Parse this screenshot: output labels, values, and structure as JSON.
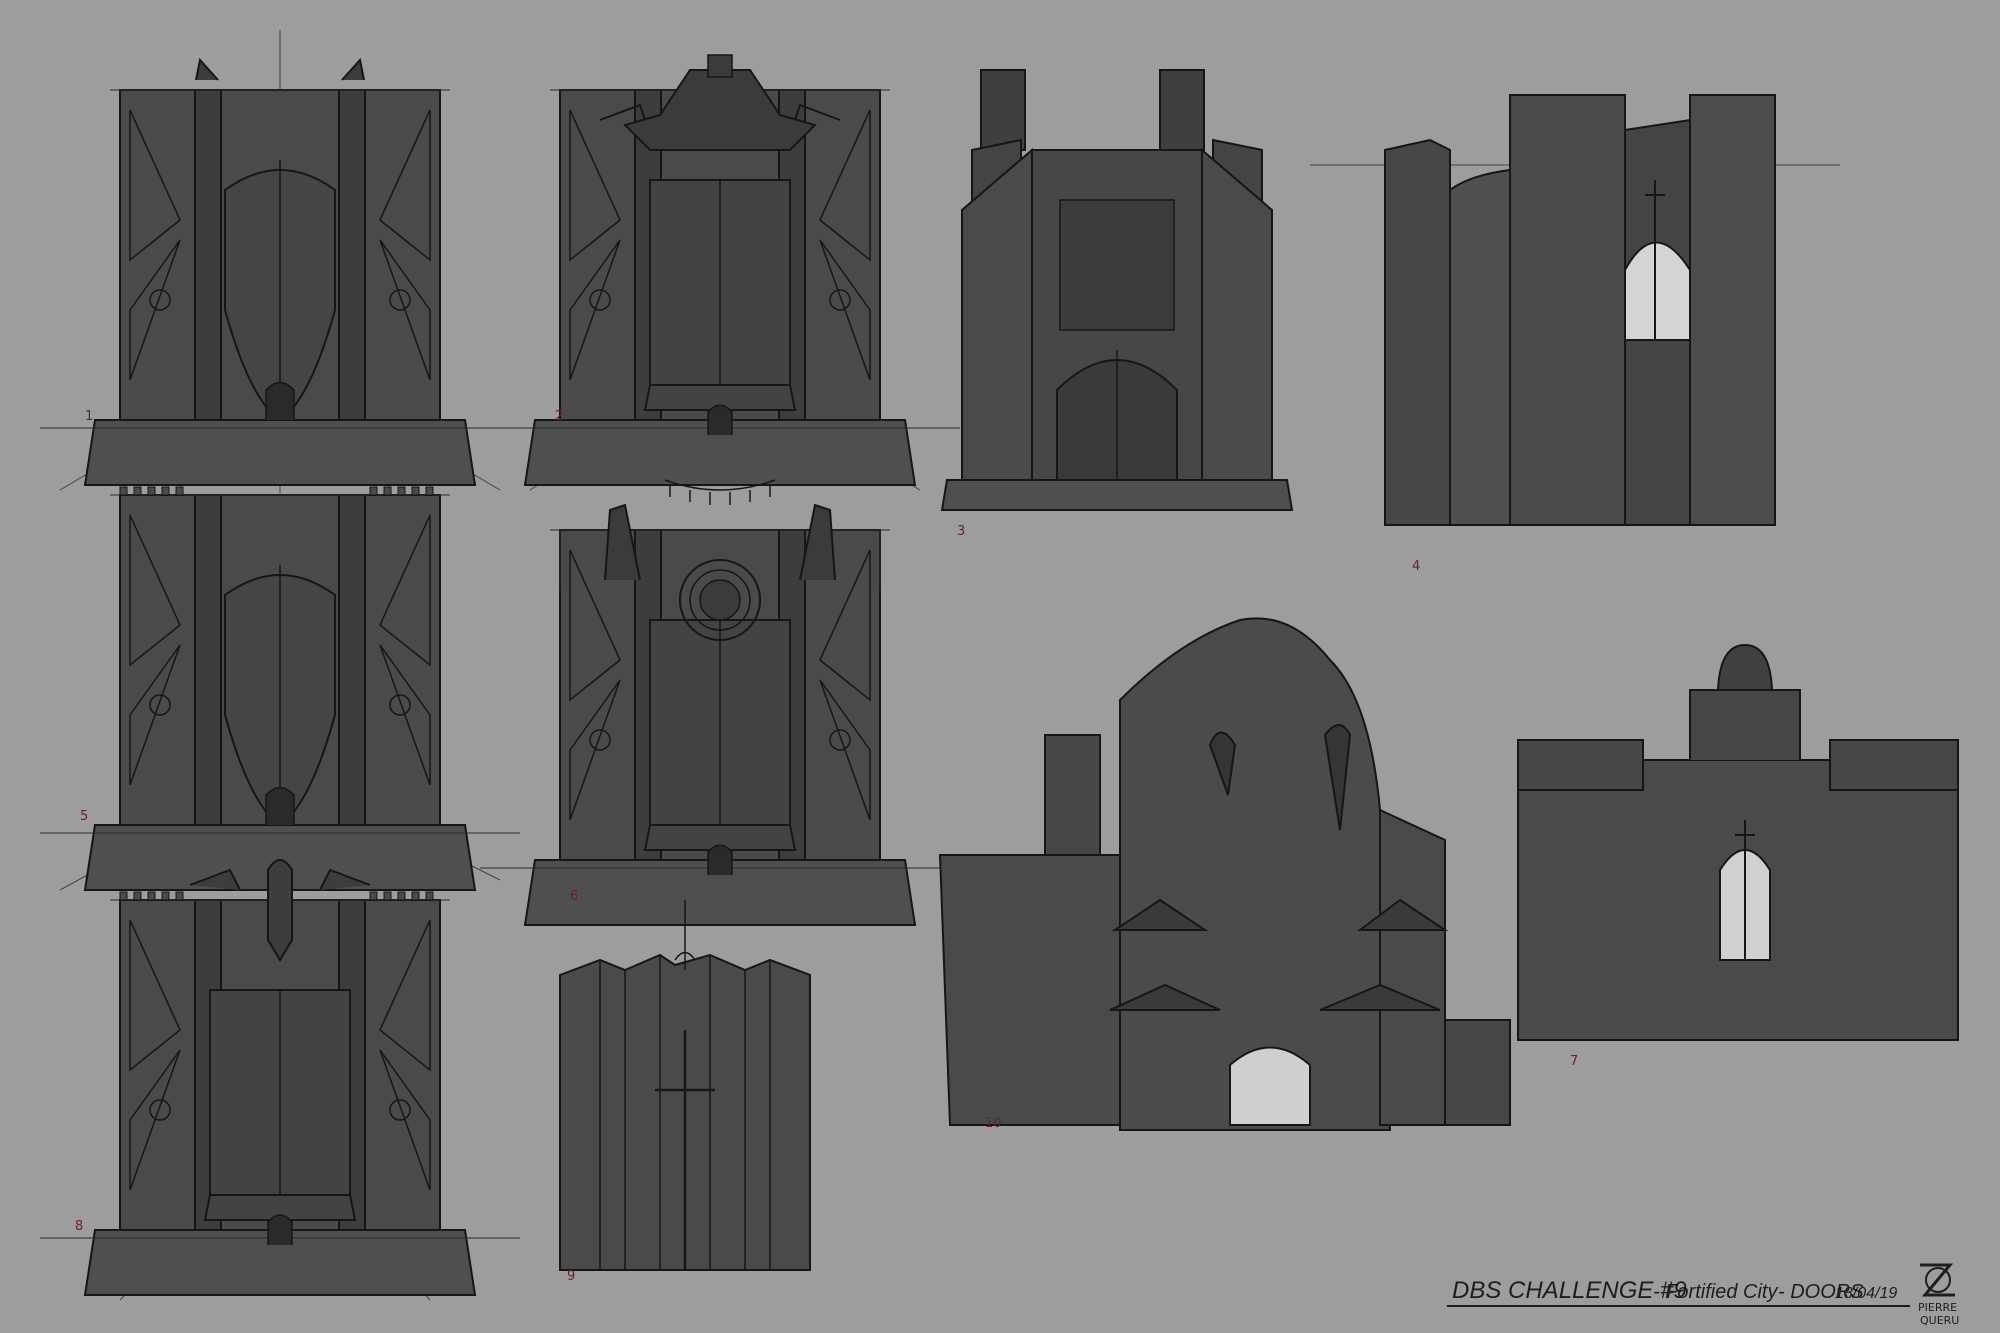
{
  "sheet": {
    "background": "#9d9d9d",
    "sketch_fill": "#4a4a4a",
    "line_color": "#161616",
    "guide_color": "#2c2c2c",
    "number_color": "#6e1f1f"
  },
  "numbers": {
    "s1": "1",
    "s2": "2",
    "s3": "3",
    "s4": "4",
    "s5": "5",
    "s6": "6",
    "s7": "7",
    "s8": "8",
    "s9": "9",
    "s10": "10"
  },
  "signature": {
    "challenge": "DBS CHALLENGE #9",
    "subject": "- Fortified City",
    "topic": "- DOORS",
    "date": "18/04/19",
    "artist_line1": "PIERRE",
    "artist_line2": "QUERU"
  }
}
